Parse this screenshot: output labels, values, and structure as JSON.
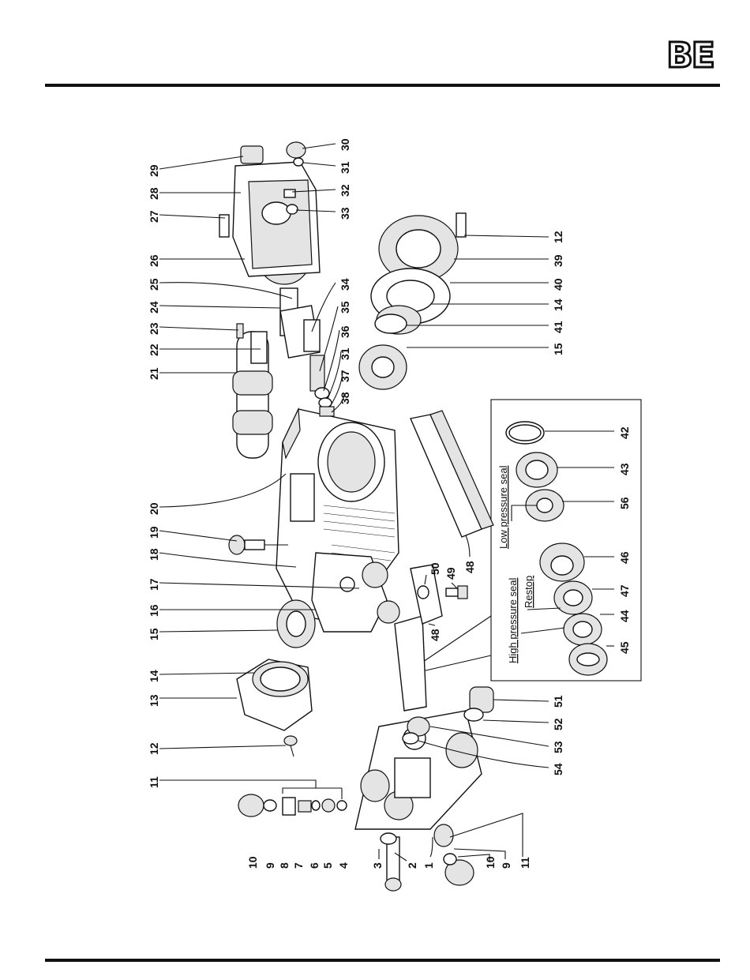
{
  "logo": {
    "text": "BE"
  },
  "inset": {
    "low_pressure_label": "Low pressure seal",
    "high_pressure_label": "High pressure seal",
    "restop_label": "Restop"
  },
  "callouts": [
    {
      "id": "c1",
      "label": "1"
    },
    {
      "id": "c2",
      "label": "2"
    },
    {
      "id": "c3",
      "label": "3"
    },
    {
      "id": "c4",
      "label": "4"
    },
    {
      "id": "c5",
      "label": "5"
    },
    {
      "id": "c6",
      "label": "6"
    },
    {
      "id": "c7",
      "label": "7"
    },
    {
      "id": "c8",
      "label": "8"
    },
    {
      "id": "c9a",
      "label": "9"
    },
    {
      "id": "c10a",
      "label": "10"
    },
    {
      "id": "c9b",
      "label": "9"
    },
    {
      "id": "c10b",
      "label": "10"
    },
    {
      "id": "c11a",
      "label": "11"
    },
    {
      "id": "c11b",
      "label": "11"
    },
    {
      "id": "c12a",
      "label": "12"
    },
    {
      "id": "c13",
      "label": "13"
    },
    {
      "id": "c14a",
      "label": "14"
    },
    {
      "id": "c15a",
      "label": "15"
    },
    {
      "id": "c16",
      "label": "16"
    },
    {
      "id": "c17",
      "label": "17"
    },
    {
      "id": "c18",
      "label": "18"
    },
    {
      "id": "c19",
      "label": "19"
    },
    {
      "id": "c20",
      "label": "20"
    },
    {
      "id": "c21",
      "label": "21"
    },
    {
      "id": "c22",
      "label": "22"
    },
    {
      "id": "c23",
      "label": "23"
    },
    {
      "id": "c24",
      "label": "24"
    },
    {
      "id": "c25",
      "label": "25"
    },
    {
      "id": "c26",
      "label": "26"
    },
    {
      "id": "c27",
      "label": "27"
    },
    {
      "id": "c28",
      "label": "28"
    },
    {
      "id": "c29",
      "label": "29"
    },
    {
      "id": "c30",
      "label": "30"
    },
    {
      "id": "c31a",
      "label": "31"
    },
    {
      "id": "c32",
      "label": "32"
    },
    {
      "id": "c33",
      "label": "33"
    },
    {
      "id": "c34",
      "label": "34"
    },
    {
      "id": "c35",
      "label": "35"
    },
    {
      "id": "c36",
      "label": "36"
    },
    {
      "id": "c31b",
      "label": "31"
    },
    {
      "id": "c37",
      "label": "37"
    },
    {
      "id": "c38",
      "label": "38"
    },
    {
      "id": "c12b",
      "label": "12"
    },
    {
      "id": "c39",
      "label": "39"
    },
    {
      "id": "c40",
      "label": "40"
    },
    {
      "id": "c14b",
      "label": "14"
    },
    {
      "id": "c41",
      "label": "41"
    },
    {
      "id": "c15b",
      "label": "15"
    },
    {
      "id": "c42",
      "label": "42"
    },
    {
      "id": "c43",
      "label": "43"
    },
    {
      "id": "c56",
      "label": "56"
    },
    {
      "id": "c46",
      "label": "46"
    },
    {
      "id": "c47",
      "label": "47"
    },
    {
      "id": "c44",
      "label": "44"
    },
    {
      "id": "c45",
      "label": "45"
    },
    {
      "id": "c50",
      "label": "50"
    },
    {
      "id": "c49",
      "label": "49"
    },
    {
      "id": "c48a",
      "label": "48"
    },
    {
      "id": "c48b",
      "label": "48"
    },
    {
      "id": "c51",
      "label": "51"
    },
    {
      "id": "c52",
      "label": "52"
    },
    {
      "id": "c53",
      "label": "53"
    },
    {
      "id": "c54",
      "label": "54"
    }
  ]
}
